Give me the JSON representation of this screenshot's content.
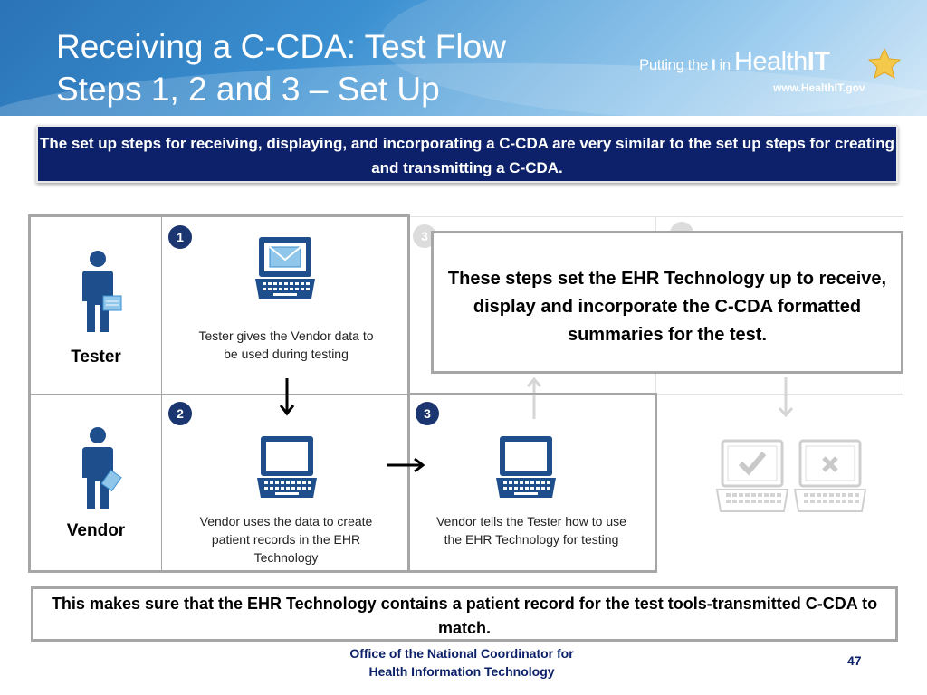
{
  "header": {
    "title_line1": "Receiving a C-CDA: Test Flow",
    "title_line2": "Steps 1, 2 and 3 – Set Up",
    "logo_putting": "Putting the ",
    "logo_i": "I",
    "logo_in": " in ",
    "logo_health": "Health",
    "logo_it": "IT",
    "logo_url": "www.HealthIT.gov"
  },
  "banner": {
    "text": "The set up steps for receiving, displaying, and incorporating a C-CDA are very similar to the set up steps for creating and transmitting a C-CDA."
  },
  "diagram": {
    "roles": [
      "Tester",
      "Vendor"
    ],
    "steps": [
      {
        "number": "1",
        "text": "Tester gives the Vendor data to be used during testing"
      },
      {
        "number": "2",
        "text": "Vendor uses the data to create patient records in the EHR Technology"
      },
      {
        "number": "3",
        "text": "Vendor tells the Tester how to use the EHR Technology for testing"
      }
    ],
    "faded_badge": "3",
    "callout": "These steps set the EHR Technology up to receive, display and incorporate the C-CDA formatted summaries for the test."
  },
  "bottom_note": "This makes sure that the EHR Technology contains a patient record for the test tools-transmitted C-CDA to match.",
  "footer": {
    "line1": "Office of the National Coordinator for",
    "line2": "Health Information Technology",
    "page_number": "47"
  },
  "colors": {
    "navy": "#0c2169",
    "badge": "#1b3570",
    "grid_border": "#a6a6a6",
    "icon_blue": "#1f4e8c",
    "faded_icon": "#c8c8c8"
  }
}
